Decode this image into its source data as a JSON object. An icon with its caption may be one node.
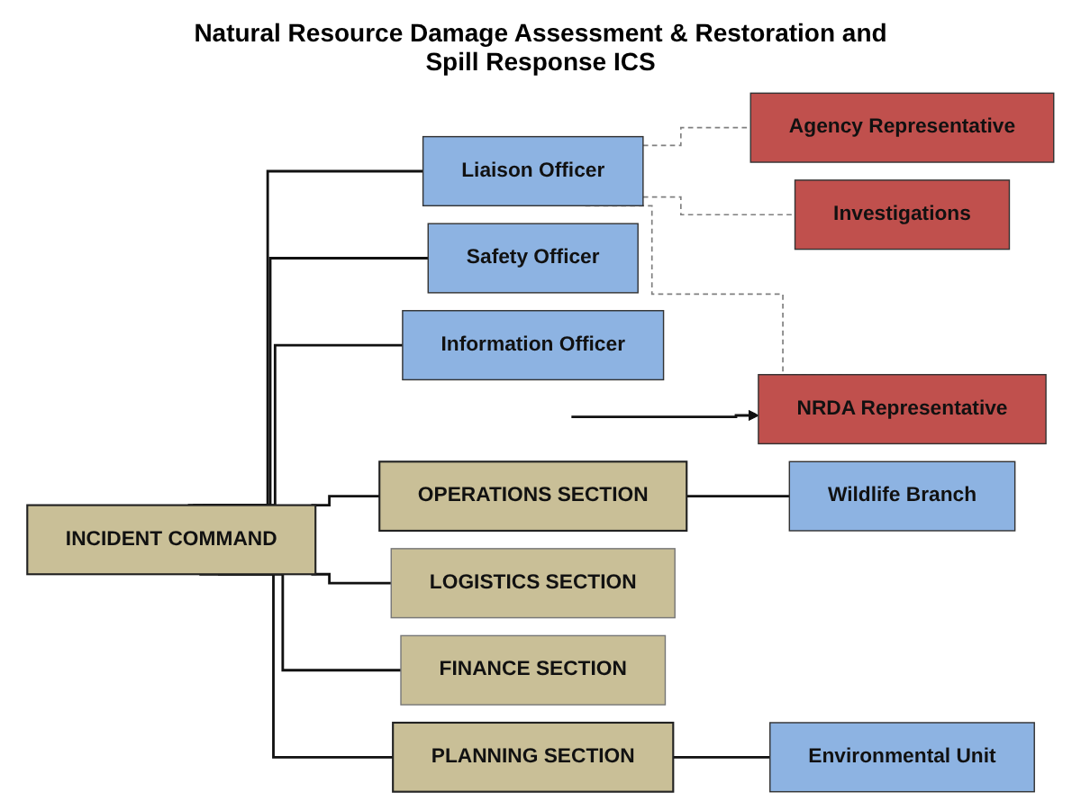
{
  "diagram": {
    "title": "Natural Resource Damage Assessment & Restoration and Spill Response ICS",
    "nodes": [
      {
        "text": [
          "INCIDENT COMMAND"
        ]
      },
      {
        "text": [
          "Liaison Officer"
        ]
      },
      {
        "text": [
          "Agency Representative"
        ]
      },
      {
        "text": [
          "Investigations"
        ]
      },
      {
        "text": [
          "NRDA Representative"
        ]
      },
      {
        "text": [
          "Safety Officer"
        ]
      },
      {
        "text": [
          "Information Officer"
        ]
      },
      {
        "text": [
          "OPERATIONS SECTION"
        ]
      },
      {
        "text": [
          "PLANNING SECTION"
        ]
      },
      {
        "text": [
          "LOGISTICS SECTION"
        ]
      },
      {
        "text": [
          "FINANCE SECTION"
        ]
      },
      {
        "text": [
          "Wildlife Branch"
        ]
      },
      {
        "text": [
          "Environmental Unit"
        ]
      }
    ],
    "edges": [
      {
        "from": 0,
        "to": 1,
        "arrow": "none"
      },
      {
        "from": 0,
        "to": 5,
        "arrow": "none"
      },
      {
        "from": 0,
        "to": 6,
        "arrow": "none"
      },
      {
        "from": 1,
        "to": 2,
        "arrow": "none",
        "style": "dashed",
        "color": "#808080"
      },
      {
        "from": 1,
        "to": 3,
        "arrow": "none",
        "style": "dashed",
        "color": "#808080"
      },
      {
        "from": 1,
        "to": 4,
        "arrow": "none",
        "style": "dashed",
        "color": "#808080"
      },
      {
        "from": null,
        "to": 4,
        "arrow": "to"
      },
      {
        "from": 0,
        "to": 7,
        "arrow": "none"
      },
      {
        "from": 0,
        "to": 8,
        "arrow": "none"
      },
      {
        "from": 0,
        "to": 9,
        "arrow": "none"
      },
      {
        "from": 0,
        "to": 10,
        "arrow": "none"
      },
      {
        "from": 7,
        "to": 11,
        "arrow": "none"
      },
      {
        "from": 8,
        "to": 12,
        "arrow": "none"
      }
    ]
  }
}
